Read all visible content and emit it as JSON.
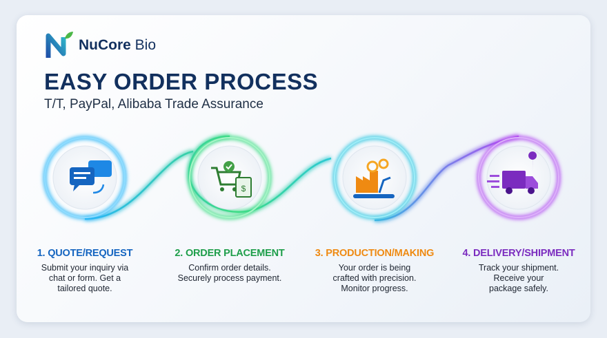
{
  "brand": {
    "name_bold": "NuCore",
    "name_light": " Bio"
  },
  "header": {
    "title": "EASY ORDER PROCESS",
    "subtitle": "T/T, PayPal, Alibaba Trade Assurance"
  },
  "steps": [
    {
      "title": "1. QUOTE/REQUEST",
      "description": "Submit your inquiry via chat or form. Get a tailored quote.",
      "color": "#1565c0",
      "icon": "chat-bubbles-icon"
    },
    {
      "title": "2. ORDER PLACEMENT",
      "description": "Confirm order details. Securely process payment.",
      "color": "#1e9e4a",
      "icon": "shopping-cart-invoice-icon"
    },
    {
      "title": "3. PRODUCTION/MAKING",
      "description": "Your order is being crafted with precision. Monitor progress.",
      "color": "#ef8a12",
      "icon": "factory-gears-icon"
    },
    {
      "title": "4. DELIVERY/SHIPMENT",
      "description": "Track your shipment. Receive your package safely.",
      "color": "#7b2cbf",
      "icon": "delivery-truck-icon"
    }
  ]
}
